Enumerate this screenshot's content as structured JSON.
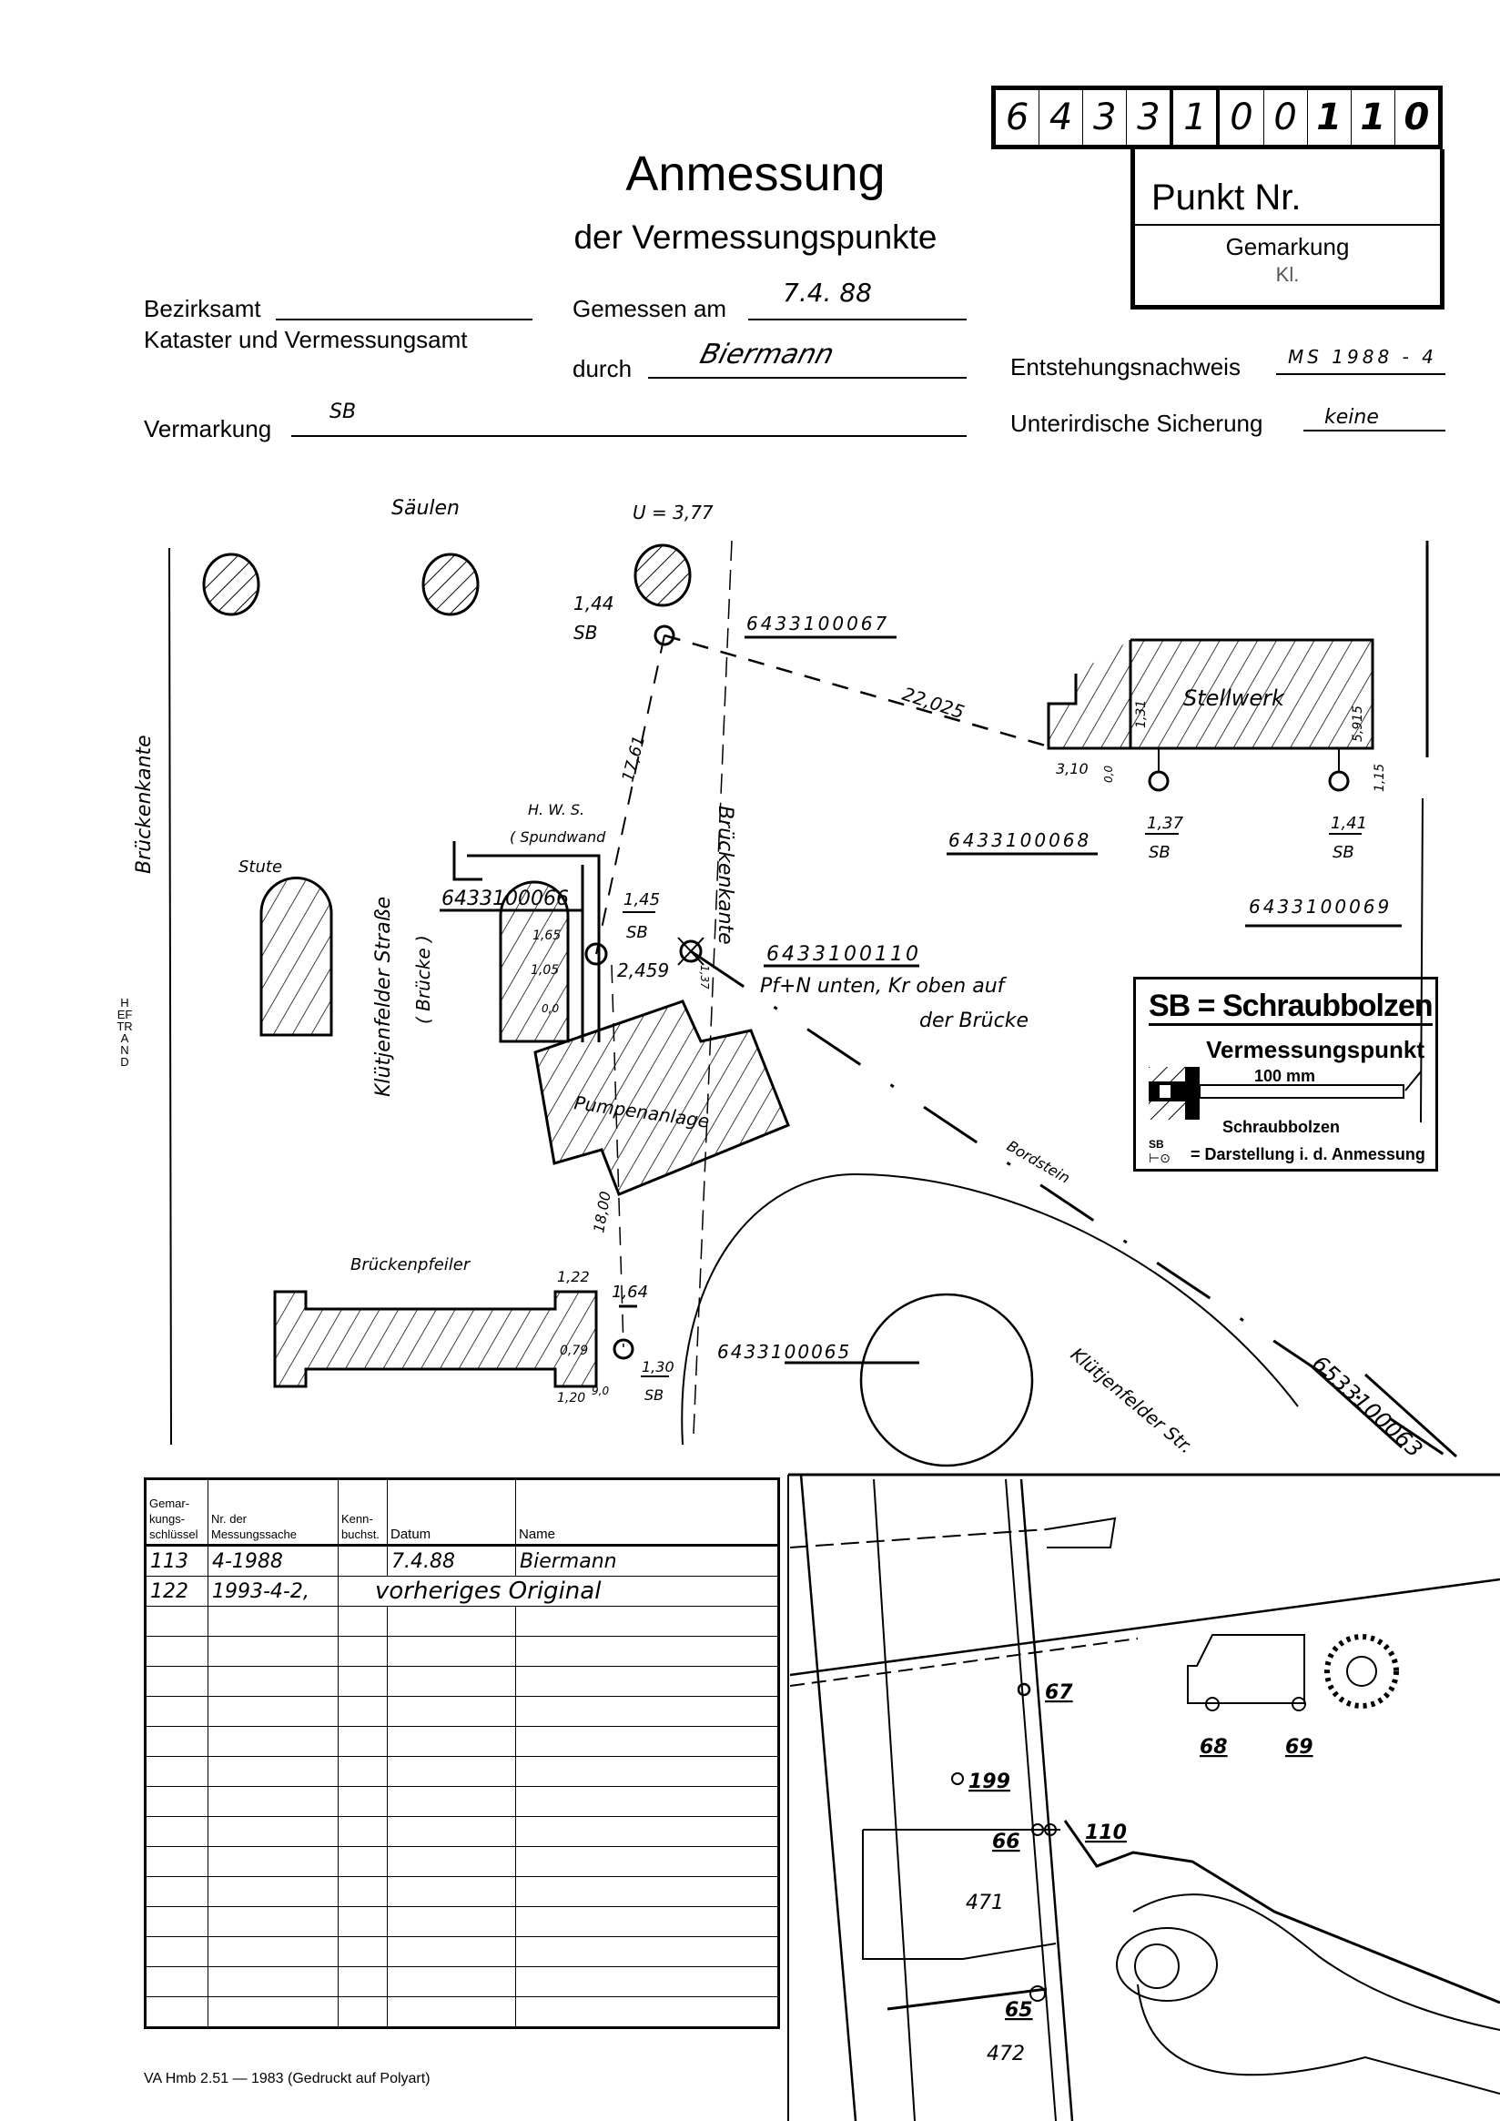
{
  "header": {
    "digits": [
      "6",
      "4",
      "3",
      "3",
      "1",
      "0",
      "0",
      "1",
      "1",
      "0"
    ],
    "punkt_nr_label": "Punkt Nr.",
    "gemarkung_label": "Gemarkung",
    "gemarkung_value": "Kl.",
    "title": "Anmessung",
    "subtitle": "der Vermessungspunkte"
  },
  "form": {
    "bezirksamt_label": "Bezirksamt",
    "kataster_label": "Kataster und Vermessungsamt",
    "gemessen_am_label": "Gemessen am",
    "gemessen_am_value": "7.4. 88",
    "durch_label": "durch",
    "durch_value": "Biermann",
    "vermarkung_label": "Vermarkung",
    "vermarkung_value": "SB",
    "entstehungsnachweis_label": "Entstehungsnachweis",
    "entstehungsnachweis_value": "MS 1988 - 4",
    "unterirdische_label": "Unterirdische Sicherung",
    "unterirdische_value": "keine"
  },
  "sketch": {
    "saeulen": "Säulen",
    "u_value": "U = 3,77",
    "p67_frac_top": "1,44",
    "p67_frac_bottom": "SB",
    "p67_id": "6433100067",
    "dist_22": "22,025",
    "stellwerk": "Stellwerk",
    "st_left": "1,31",
    "st_right": "5,915",
    "st_310": "3,10",
    "st_00": "0,0",
    "st_115": "1,15",
    "p68_id": "6433100068",
    "p68_top": "1,37",
    "p68_bottom": "SB",
    "p69_top": "1,41",
    "p69_bottom": "SB",
    "p69_id": "6433100069",
    "dist_1761": "17,61",
    "hws": "H. W. S.",
    "spundwand": "( Spundwand",
    "stute": "Stute",
    "p66_id": "6433100066",
    "p66_top": "1,45",
    "p66_bottom": "SB",
    "d165": "1,65",
    "d105": "1,05",
    "d00": "0,0",
    "d2459": "2,459",
    "d137": "1,37",
    "p110_id": "6433100110",
    "p110_note1": "Pf+N unten, Kr oben auf",
    "p110_note2": "der Brücke",
    "brueckenkante_left": "Brückenkante",
    "brueckenkante": "Brückenkante",
    "strasse1": "Klütjenfelder Straße",
    "strasse2": "( Brücke )",
    "pumpenanlage": "Pumpenanlage",
    "bordstein": "Bordstein",
    "d1800": "18,00",
    "brueckenpfeiler": "Brückenpfeiler",
    "d122": "1,22",
    "d164": "1,64",
    "d079": "0,79",
    "d130": "1,30",
    "d130_bottom": "SB",
    "d120": "1,20",
    "d90": "9,0",
    "p65_id": "6433100065",
    "strasse_lower": "Klütjenfelder Str.",
    "p63_id": "6533100063"
  },
  "legend": {
    "title": "SB = Schraubbolzen",
    "vermessungspunkt": "Vermessungspunkt",
    "length": "100 mm",
    "schraubbolzen": "Schraubbolzen",
    "sb_symbol": "SB",
    "darstellung": "= Darstellung i. d. Anmessung"
  },
  "table": {
    "headers": [
      "Gemar-\nkungs-\nschlüssel",
      "Nr. der\nMessungssache",
      "Kenn-\nbuchst.",
      "Datum",
      "Name"
    ],
    "rows": [
      [
        "113",
        "4-1988",
        "",
        "7.4.88",
        "Biermann"
      ],
      [
        "122",
        "1993-4-2,",
        "",
        "vorheriges Original",
        ""
      ]
    ],
    "empty_rows": 14
  },
  "map": {
    "labels": [
      "67",
      "68",
      "69",
      "199",
      "66",
      "110",
      "471",
      "65",
      "472"
    ]
  },
  "footer": "VA Hmb 2.51 — 1983 (Gedruckt auf Polyart)",
  "margin_label": "HEFTRAND"
}
